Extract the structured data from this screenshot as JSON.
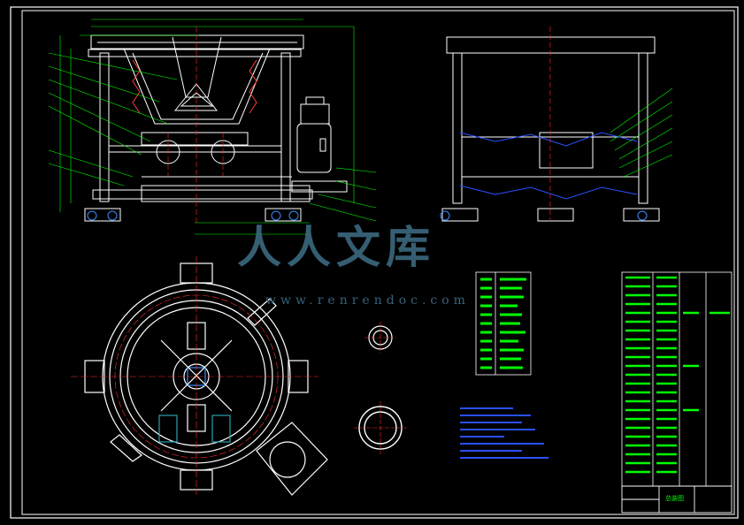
{
  "watermark": {
    "text": "人人文库",
    "url": "www.renrendoc.com"
  },
  "colors": {
    "background": "#000000",
    "border": "#ffffff",
    "outline": "#ffffff",
    "dimension": "#00ff00",
    "centerline": "#ff0000",
    "hidden": "#0000ff",
    "accent": "#ffff00",
    "table_text": "#00ff00",
    "watermark": "#3f6f86"
  },
  "drawing": {
    "views": [
      "front-view",
      "side-view",
      "top-view",
      "section-view-small",
      "section-view-large"
    ],
    "title_block_label": "总装图"
  }
}
